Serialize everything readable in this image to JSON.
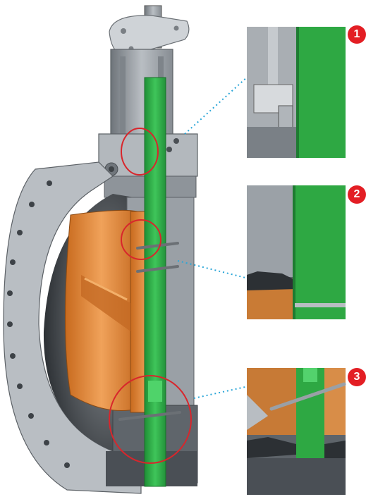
{
  "callouts": [
    {
      "number": "1"
    },
    {
      "number": "2"
    },
    {
      "number": "3"
    }
  ],
  "colors": {
    "badge_red": "#e31e24",
    "circle_red": "#d8262c",
    "leader_blue": "#2aa6d8",
    "stem_green": "#2ea843",
    "disc_orange": "#e08a3c",
    "body_gray": "#9aa0a6",
    "body_dark": "#3d4247"
  }
}
